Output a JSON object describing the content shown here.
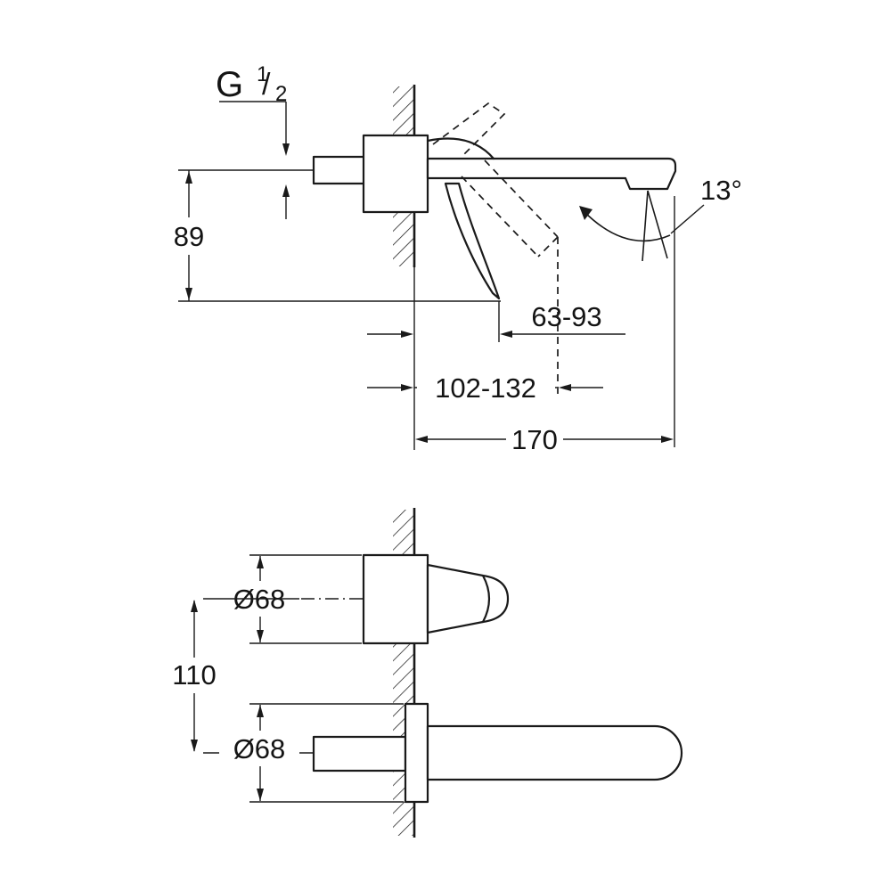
{
  "drawing": {
    "labels": {
      "thread": {
        "g": "G",
        "numerator": "1",
        "slash": "/",
        "denominator": "2"
      },
      "dim_height": "89",
      "dim_lever_min": "63-93",
      "dim_lever_max": "102-132",
      "dim_projection": "170",
      "angle_spout": "13°",
      "dia_handle": "Ø68",
      "dim_spacing": "110",
      "dia_spout": "Ø68"
    },
    "colors": {
      "line": "#1a1a1a",
      "background": "#ffffff"
    }
  }
}
